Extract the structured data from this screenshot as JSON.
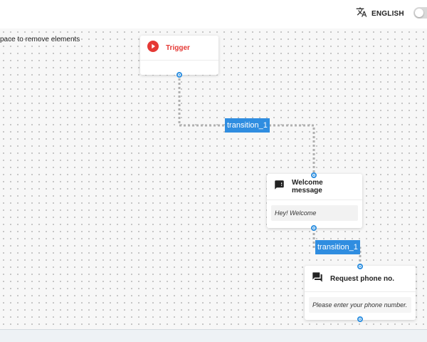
{
  "header": {
    "language_label": "ENGLISH"
  },
  "canvas": {
    "hint": "pace to remove elements"
  },
  "nodes": {
    "trigger": {
      "title": "Trigger"
    },
    "welcome": {
      "title": "Welcome message",
      "message": "Hey! Welcome"
    },
    "request": {
      "title": "Request phone no.",
      "message": "Please enter your phone number."
    }
  },
  "transitions": {
    "first": {
      "label": "transition_1"
    },
    "second": {
      "label": "transition_1"
    }
  },
  "colors": {
    "accent": "#2f8de0",
    "trigger_red": "#e53935",
    "connector": "#b0b0b0"
  },
  "icons": [
    "translate-icon",
    "play-icon",
    "message-icon",
    "chat-icon"
  ]
}
